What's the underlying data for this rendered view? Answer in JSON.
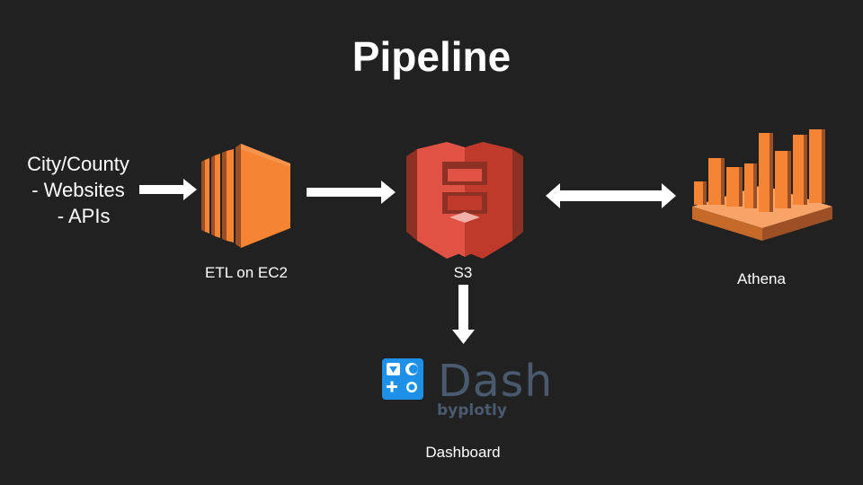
{
  "title": "Pipeline",
  "source": {
    "lines": [
      "City/County",
      "- Websites",
      "  - APIs"
    ]
  },
  "nodes": {
    "etl": {
      "label": "ETL on EC2"
    },
    "s3": {
      "label": "S3"
    },
    "athena": {
      "label": "Athena"
    },
    "dashboard": {
      "label": "Dashboard"
    }
  },
  "dash_logo": {
    "word": "Dash",
    "byline": "byplotly"
  },
  "colors": {
    "background": "#212121",
    "ec2_orange": "#f58534",
    "s3_red": "#e05243",
    "athena_orange": "#f58534",
    "dash_blue": "#1e90e8",
    "dash_slate": "#4a5a6e"
  }
}
